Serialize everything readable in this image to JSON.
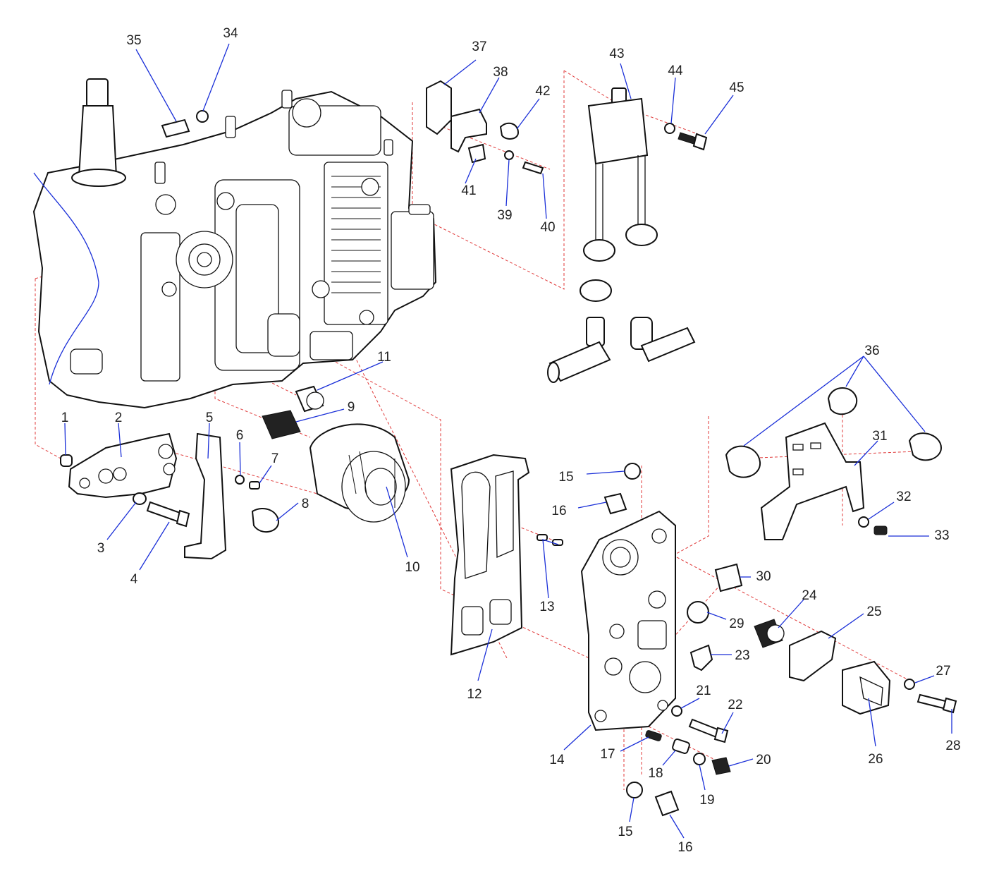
{
  "colors": {
    "leader_line": "#1a2fd8",
    "assembly_guide": "#e03a3a",
    "outline": "#111111",
    "background": "#ffffff"
  },
  "callouts": [
    "1",
    "2",
    "3",
    "4",
    "5",
    "6",
    "7",
    "8",
    "9",
    "10",
    "11",
    "12",
    "13",
    "14",
    "15",
    "16",
    "17",
    "18",
    "19",
    "20",
    "21",
    "22",
    "23",
    "24",
    "25",
    "26",
    "27",
    "28",
    "29",
    "30",
    "31",
    "32",
    "33",
    "34",
    "35",
    "36",
    "37",
    "38",
    "39",
    "40",
    "41",
    "42",
    "43",
    "44",
    "45",
    "15",
    "16"
  ]
}
